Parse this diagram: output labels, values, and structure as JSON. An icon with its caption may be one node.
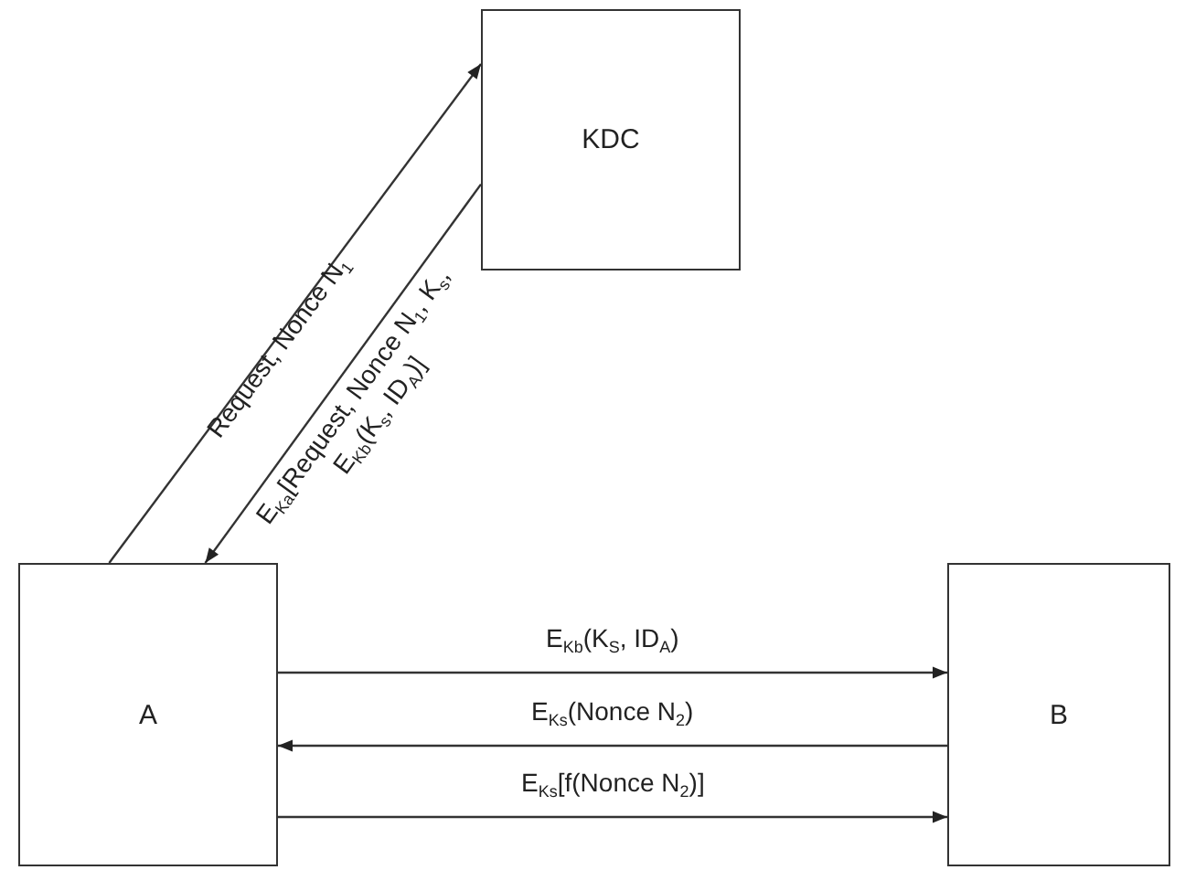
{
  "diagram": {
    "nodes": [
      {
        "text": [
          "KDC"
        ]
      },
      {
        "text": [
          "A"
        ]
      },
      {
        "text": [
          "B"
        ]
      }
    ],
    "edges": [
      {
        "from": 1,
        "to": 0,
        "arrow": "to",
        "label": "Request, Nonce N$_{1}$"
      },
      {
        "from": 0,
        "to": 1,
        "arrow": "to",
        "label": "E$_{Ka}$[Request, Nonce N$_{1}$, K$_{s}$, E$_{Kb}$(K$_{s}$, ID$_{A}$)]"
      },
      {
        "from": 1,
        "to": 2,
        "arrow": "to",
        "label": "E$_{Kb}$(K$_{S}$, ID$_{A}$)"
      },
      {
        "from": 2,
        "to": 1,
        "arrow": "to",
        "label": "E$_{Ks}$(Nonce N$_{2}$)"
      },
      {
        "from": 1,
        "to": 2,
        "arrow": "to",
        "label": "E$_{Ks}$[f(Nonce N$_{2}$)]"
      }
    ]
  }
}
